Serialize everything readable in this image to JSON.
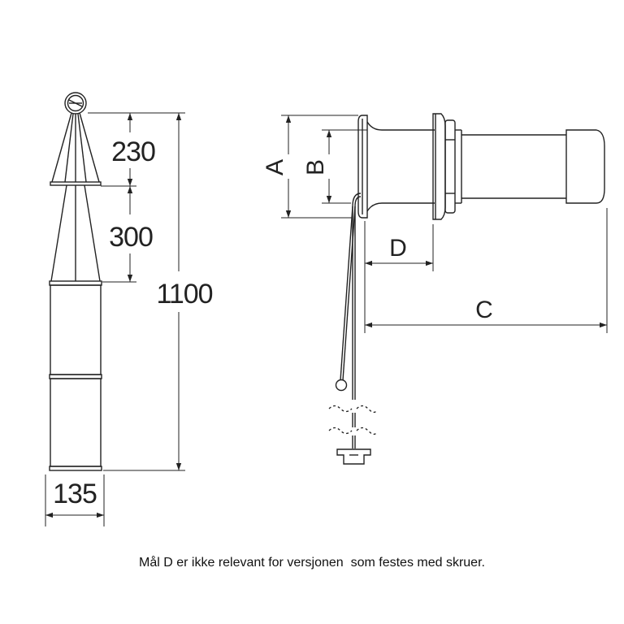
{
  "left_view": {
    "dims": {
      "d230": "230",
      "d300": "300",
      "d1100": "1100",
      "d135": "135"
    }
  },
  "right_view": {
    "dims": {
      "A": "A",
      "B": "B",
      "C": "C",
      "D": "D"
    }
  },
  "note": "Mål D er ikke relevant for versjonen  som festes med skruer."
}
